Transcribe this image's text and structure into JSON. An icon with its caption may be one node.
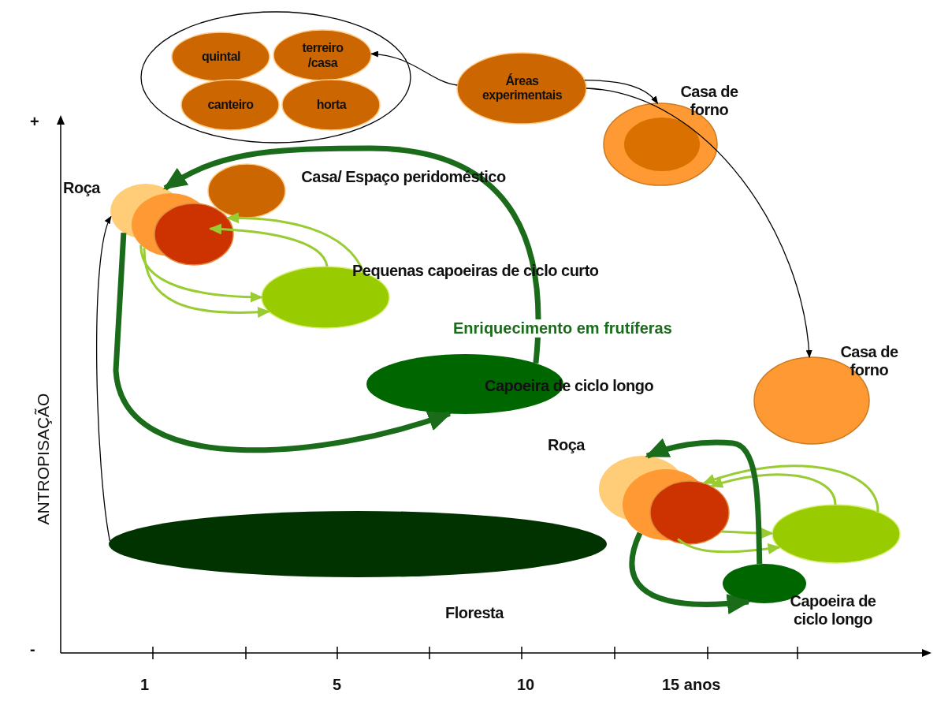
{
  "diagram": {
    "nodes": [
      {
        "text": [],
        "shape": "ellipse"
      },
      {
        "text": [
          "quintal"
        ],
        "in": 0
      },
      {
        "text": [
          "terreiro /casa"
        ],
        "in": 0
      },
      {
        "text": [
          "canteiro"
        ],
        "in": 0
      },
      {
        "text": [
          "horta"
        ],
        "in": 0
      },
      {
        "text": [
          "Áreas experimentais"
        ]
      },
      {
        "text": [
          "Casa de forno"
        ]
      },
      {
        "text": [],
        "shape": "ellipse",
        "in": 6
      },
      {
        "text": [
          "Roça"
        ]
      },
      {
        "text": [
          "Casa/ Espaço peridoméstico"
        ]
      },
      {
        "text": [
          "Pequenas capoeiras de ciclo curto"
        ]
      },
      {
        "text": [
          "Capoeira de ciclo longo"
        ]
      },
      {
        "text": [
          "Casa de forno"
        ]
      },
      {
        "text": [
          "Roça"
        ]
      },
      {
        "text": [],
        "shape": "ellipse"
      },
      {
        "text": [
          "Capoeira de ciclo longo"
        ]
      },
      {
        "text": [
          "Floresta"
        ]
      }
    ],
    "edges": [
      {
        "from": 5,
        "to": 2,
        "arrow": "to",
        "color": "#000000"
      },
      {
        "from": 5,
        "to": 6,
        "arrow": "to",
        "color": "#000000"
      },
      {
        "from": 5,
        "to": 12,
        "arrow": "to",
        "color": "#000000"
      },
      {
        "from": 16,
        "to": 8,
        "arrow": "to",
        "color": "#000000"
      },
      {
        "from": 8,
        "to": 11,
        "arrow": "to",
        "style": "thick",
        "color": "#1a6b1a"
      },
      {
        "from": 11,
        "to": 8,
        "arrow": "to",
        "style": "thick",
        "color": "#1a6b1a",
        "label": "Enriquecimento em frutíferas"
      },
      {
        "from": 8,
        "to": 10,
        "arrow": "to"
      },
      {
        "from": 8,
        "to": 10,
        "arrow": "to"
      },
      {
        "from": 10,
        "to": 8,
        "arrow": "to"
      },
      {
        "from": 10,
        "to": 8,
        "arrow": "to"
      },
      {
        "from": 13,
        "to": 14,
        "arrow": "to"
      },
      {
        "from": 13,
        "to": 14,
        "arrow": "to"
      },
      {
        "from": 14,
        "to": 13,
        "arrow": "to"
      },
      {
        "from": 14,
        "to": 13,
        "arrow": "to"
      },
      {
        "from": 13,
        "to": 15,
        "arrow": "to",
        "style": "thick",
        "color": "#1a6b1a"
      },
      {
        "from": 15,
        "to": 13,
        "arrow": "to",
        "style": "thick",
        "color": "#1a6b1a"
      }
    ],
    "labels": [
      "+",
      "-",
      "ANTROPISAÇÃO",
      "1",
      "5",
      "10",
      "15 anos"
    ]
  }
}
